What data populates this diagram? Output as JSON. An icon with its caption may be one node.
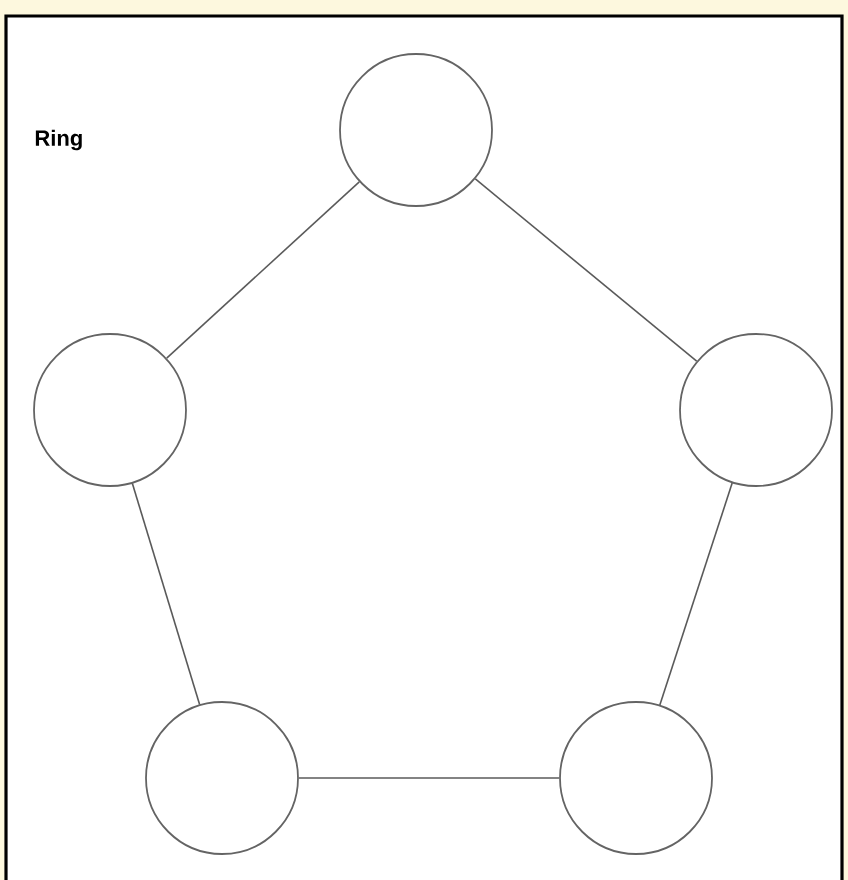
{
  "diagram": {
    "title": "Ring",
    "nodes": [
      {
        "text": [],
        "shape": "circle"
      },
      {
        "text": [],
        "shape": "circle"
      },
      {
        "text": [],
        "shape": "circle"
      },
      {
        "text": [],
        "shape": "circle"
      },
      {
        "text": [],
        "shape": "circle"
      }
    ],
    "edges": [
      {
        "from": 0,
        "to": 1,
        "arrow": "none"
      },
      {
        "from": 0,
        "to": 2,
        "arrow": "none"
      },
      {
        "from": 1,
        "to": 3,
        "arrow": "none"
      },
      {
        "from": 3,
        "to": 4,
        "arrow": "none"
      },
      {
        "from": 4,
        "to": 2,
        "arrow": "none"
      }
    ]
  }
}
